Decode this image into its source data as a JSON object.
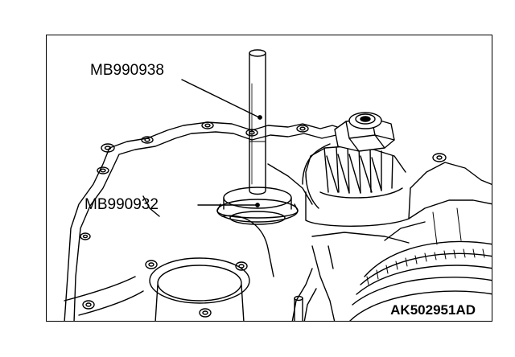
{
  "labels": {
    "tool_upper": "MB990938",
    "tool_lower": "MB990932",
    "figure_code": "AK502951AD"
  }
}
